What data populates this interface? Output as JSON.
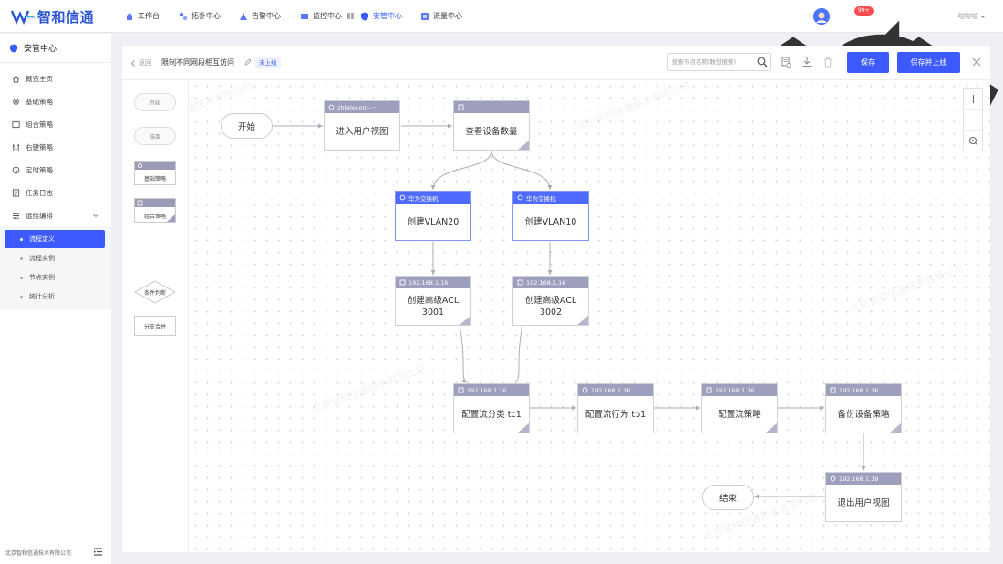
{
  "brand": {
    "name": "智和信通",
    "sub": "ZHHTELECOM.COM"
  },
  "nav": [
    {
      "label": "工作台",
      "icon": "home-icon"
    },
    {
      "label": "拓扑中心",
      "icon": "topology-icon"
    },
    {
      "label": "告警中心",
      "icon": "alarm-icon"
    },
    {
      "label": "监控中心",
      "icon": "monitor-icon"
    },
    {
      "label": "安管中心",
      "icon": "security-icon",
      "active": true
    },
    {
      "label": "流量中心",
      "icon": "traffic-icon"
    }
  ],
  "header": {
    "badge": "99+",
    "username": "啦啦啦"
  },
  "sidebar": {
    "title": "安管中心",
    "items": [
      {
        "label": "概览主页",
        "icon": "home-icon"
      },
      {
        "label": "基础策略",
        "icon": "gear-icon"
      },
      {
        "label": "组合策略",
        "icon": "combo-icon"
      },
      {
        "label": "右键策略",
        "icon": "sliders-icon"
      },
      {
        "label": "定时策略",
        "icon": "clock-icon"
      },
      {
        "label": "任务日志",
        "icon": "log-icon"
      },
      {
        "label": "运维编排",
        "icon": "orchestrate-icon"
      }
    ],
    "subitems": [
      {
        "label": "流程定义",
        "active": true
      },
      {
        "label": "流程实例"
      },
      {
        "label": "节点实例"
      },
      {
        "label": "统计分析"
      }
    ],
    "company": "北京智和信通技术有限公司"
  },
  "toolbar": {
    "back": "返回",
    "title": "限制不同网段相互访问",
    "status": "未上线",
    "search_placeholder": "搜索节点名称(联想搜索)",
    "save": "保存",
    "save_publish": "保存并上线"
  },
  "palette": {
    "start": "开始",
    "end": "结束",
    "basic": "基础策略",
    "combo": "组合策略",
    "condition": "条件判断",
    "merge": "分支合并"
  },
  "watermark": "北京智和信通技术有限公司",
  "flow": {
    "start": "开始",
    "end": "结束",
    "nodes": [
      {
        "id": "n1",
        "header": "zhtelecom-···",
        "label": "进入用户视图",
        "type": "basic"
      },
      {
        "id": "n2",
        "header": "",
        "label": "查看设备数量",
        "type": "combo"
      },
      {
        "id": "n3",
        "header": "华为交换机",
        "label": "创建VLAN20",
        "type": "switch"
      },
      {
        "id": "n4",
        "header": "华为交换机",
        "label": "创建VLAN10",
        "type": "switch"
      },
      {
        "id": "n5",
        "header": "192.168.1.16",
        "label": "创建高级ACL 3001",
        "type": "combo"
      },
      {
        "id": "n6",
        "header": "192.168.1.16",
        "label": "创建高级ACL 3002",
        "type": "combo"
      },
      {
        "id": "n7",
        "header": "192.168.1.16",
        "label": "配置流分类 tc1",
        "type": "combo"
      },
      {
        "id": "n8",
        "header": "192.168.1.16",
        "label": "配置流行为 tb1",
        "type": "basic"
      },
      {
        "id": "n9",
        "header": "192.168.1.16",
        "label": "配置流策略",
        "type": "combo"
      },
      {
        "id": "n10",
        "header": "192.168.1.16",
        "label": "备份设备策略",
        "type": "combo"
      },
      {
        "id": "n11",
        "header": "192.168.1.19",
        "label": "退出用户视图",
        "type": "basic"
      }
    ]
  }
}
